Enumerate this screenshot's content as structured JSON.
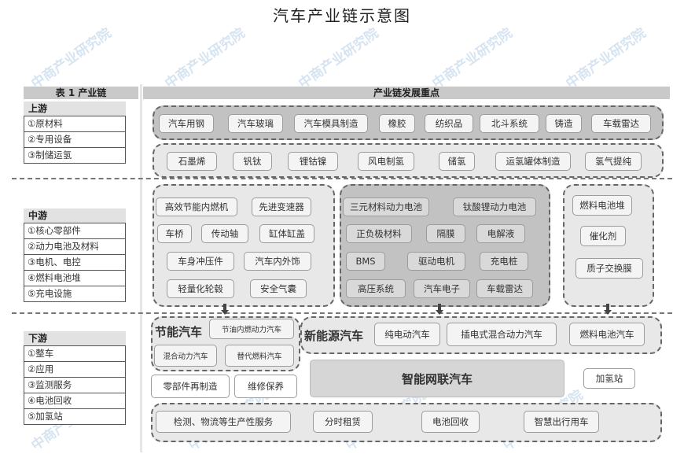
{
  "title": "汽车产业链示意图",
  "watermark": "中商产业研究院",
  "table_header_left": "表 1 产业链",
  "table_header_right": "产业链发展重点",
  "upstream": {
    "head": "上游",
    "items": [
      "①原材料",
      "②专用设备",
      "③制储运氢"
    ],
    "row1": [
      "汽车用钢",
      "汽车玻璃",
      "汽车模具制造",
      "橡胶",
      "纺织品",
      "北斗系统",
      "铸造",
      "车载雷达"
    ],
    "row2": [
      "石墨烯",
      "钒钛",
      "锂钴镍",
      "风电制氢",
      "储氢",
      "运氢罐体制造",
      "氢气提纯"
    ]
  },
  "midstream": {
    "head": "中游",
    "items": [
      "①核心零部件",
      "②动力电池及材料",
      "③电机、电控",
      "④燃料电池堆",
      "⑤充电设施"
    ],
    "left": [
      "高效节能内燃机",
      "先进变速器",
      "车桥",
      "传动轴",
      "缸体缸盖",
      "车身冲压件",
      "汽车内外饰",
      "轻量化轮毂",
      "安全气囊"
    ],
    "center": [
      "三元材料动力电池",
      "钛酸锂动力电池",
      "正负极材料",
      "隔膜",
      "电解液",
      "BMS",
      "驱动电机",
      "充电桩",
      "高压系统",
      "汽车电子",
      "车载雷达"
    ],
    "right": [
      "燃料电池堆",
      "催化剂",
      "质子交换膜"
    ]
  },
  "downstream": {
    "head": "下游",
    "items": [
      "①整车",
      "②应用",
      "③监测服务",
      "④电池回收",
      "⑤加氢站"
    ],
    "energy_saving": {
      "label": "节能汽车",
      "items": [
        "节油内燃动力汽车",
        "混合动力汽车",
        "替代燃料汽车"
      ]
    },
    "new_energy": {
      "label": "新能源汽车",
      "items": [
        "纯电动汽车",
        "插电式混合动力汽车",
        "燃料电池汽车"
      ]
    },
    "parts_reman": "零部件再制造",
    "maintenance": "维修保养",
    "smart_car": "智能网联汽车",
    "hydrogen_station": "加氢站",
    "services": [
      "检测、物流等生产性服务",
      "分时租赁",
      "电池回收",
      "智慧出行用车"
    ]
  }
}
